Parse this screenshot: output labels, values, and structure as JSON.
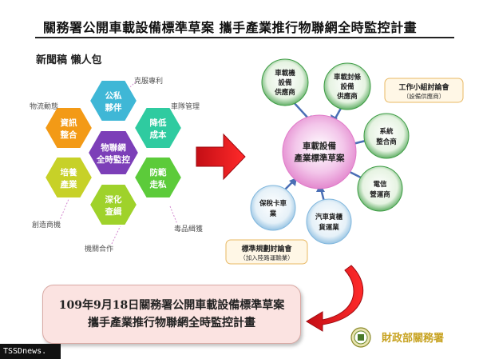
{
  "header": {
    "title": "關務署公開車載設備標準草案  攜手產業推行物聯網全時監控計畫",
    "subtitle": "新聞稿  懶人包"
  },
  "hexagons": {
    "center": [
      "物聯網",
      "全時監控"
    ],
    "top": [
      "公私",
      "夥伴"
    ],
    "upper_right": [
      "降低",
      "成本"
    ],
    "lower_right": [
      "防範",
      "走私"
    ],
    "bottom": [
      "深化",
      "查緝"
    ],
    "lower_left": [
      "培養",
      "產業"
    ],
    "upper_left": [
      "資訊",
      "整合"
    ]
  },
  "hex_labels": {
    "top": "克服專利",
    "upper_right": "車隊管理",
    "lower_right": "毒品緝獲",
    "bottom": "機關合作",
    "lower_left": "創造商機",
    "upper_left": "物流動態"
  },
  "network": {
    "center": [
      "車載設備",
      "產業標準草案"
    ],
    "nodes": {
      "device_supplier": [
        "車載機",
        "設備",
        "供應商"
      ],
      "seal_supplier": [
        "車載封條",
        "設備",
        "供應商"
      ],
      "integrator": [
        "系統",
        "整合商"
      ],
      "telecom": [
        "電信",
        "營運商"
      ],
      "truck_industry": [
        "汽車貨櫃",
        "貨運業"
      ],
      "bonded_truck": [
        "保稅卡車",
        "業"
      ]
    },
    "workgroup_box": {
      "title": "工作小組討論會",
      "sub": "（設備供應商）"
    },
    "standard_box": {
      "title": "標準規劃討論會",
      "sub": "（加入陸路運輸業）"
    }
  },
  "bottom_box": {
    "line1": "109年9月18日關務署公開車載設備標準草案",
    "line2": "攜手產業推行物聯網全時監控計畫"
  },
  "logo": {
    "text": "財政部關務署"
  },
  "watermark": "TSSDnews.",
  "colors": {
    "hex_center": "#7c3fb8",
    "hex_top": "#3fb7d6",
    "hex_upper_right": "#2fcba0",
    "hex_lower_right": "#5ccb3a",
    "hex_bottom": "#9fd22b",
    "hex_lower_left": "#c7d128",
    "hex_upper_left": "#f39a16",
    "node_green": "#3c9c43",
    "node_center": "#e58ad0",
    "arrow_red": "#e0161d"
  }
}
